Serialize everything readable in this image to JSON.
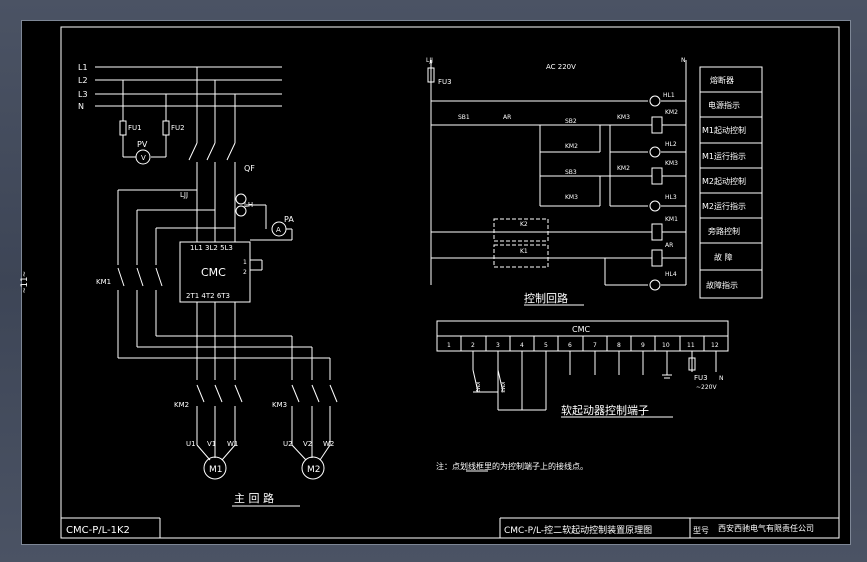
{
  "drawing": {
    "side_mark": "~11~",
    "title_block_left": "CMC-P/L-1K2",
    "title_block_right": "CMC-P/L-控二软起动控制装置原理图",
    "company": "西安西驰电气有限责任公司",
    "mark_label": "型号"
  },
  "main_circuit": {
    "title": "主 回 路",
    "bus_labels": [
      "L1",
      "L2",
      "L3",
      "N"
    ],
    "fuse_labels": [
      "FU1",
      "FU2"
    ],
    "pv_label": "PV",
    "qf_label": "QF",
    "lh_label": "LH",
    "lj_label": "LJJ",
    "pa_label": "PA",
    "km1_label": "KM1",
    "km2_label": "KM2",
    "km3_label": "KM3",
    "cmc_label": "CMC",
    "cmc_top_terminals": "1L1  3L2  5L3",
    "cmc_bottom_terminals": "2T1  4T2  6T3",
    "cmc_side_terminals": [
      "1",
      "2"
    ],
    "motor1_label": "M1",
    "motor2_label": "M2",
    "motor1_terminals": [
      "U1",
      "V1",
      "W1"
    ],
    "motor2_terminals": [
      "U2",
      "V2",
      "W2"
    ]
  },
  "control_circuit": {
    "title": "控制回路",
    "supply": "AC 220V",
    "left_label": "LJJ",
    "right_label": "N",
    "fuse": "FU3",
    "components": [
      "SB1",
      "AR",
      "SB2",
      "KM3",
      "KM2",
      "SB3",
      "KM2",
      "KM3",
      "K2",
      "K1",
      "HL1",
      "KM2",
      "HL2",
      "KM3",
      "HL3",
      "KM1",
      "AR",
      "HL4"
    ],
    "legend": [
      "熔断器",
      "电源指示",
      "M1起动控制",
      "M1运行指示",
      "M2起动控制",
      "M2运行指示",
      "旁路控制",
      "故 障",
      "故障指示"
    ]
  },
  "terminal_strip": {
    "title": "CMC",
    "numbers": [
      "1",
      "2",
      "3",
      "4",
      "5",
      "6",
      "7",
      "8",
      "9",
      "10",
      "11",
      "12"
    ],
    "caption": "软起动器控制端子",
    "fuse": "FU3",
    "supply": "~220V",
    "n_label": "N",
    "km_labels": [
      "KM2",
      "KM3"
    ]
  },
  "note": "注：点划线框里的为控制端子上的接线点。"
}
